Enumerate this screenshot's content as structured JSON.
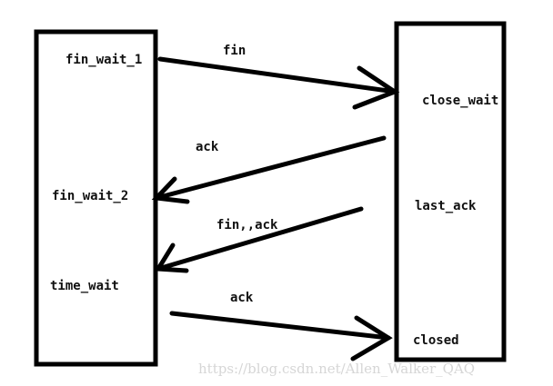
{
  "colors": {
    "stroke": "#000000",
    "text": "#111111",
    "watermark": "#d6d6d6",
    "background": "#ffffff"
  },
  "left_box": {
    "states": {
      "fin_wait_1": "fin_wait_1",
      "fin_wait_2": "fin_wait_2",
      "time_wait": "time_wait"
    }
  },
  "right_box": {
    "states": {
      "close_wait": "close_wait",
      "last_ack": "last_ack",
      "closed": "closed"
    }
  },
  "messages": {
    "fin": "fin",
    "ack_1": "ack",
    "fin_ack": "fin,,ack",
    "ack_2": "ack"
  },
  "watermark": "https://blog.csdn.net/Allen_Walker_QAQ"
}
